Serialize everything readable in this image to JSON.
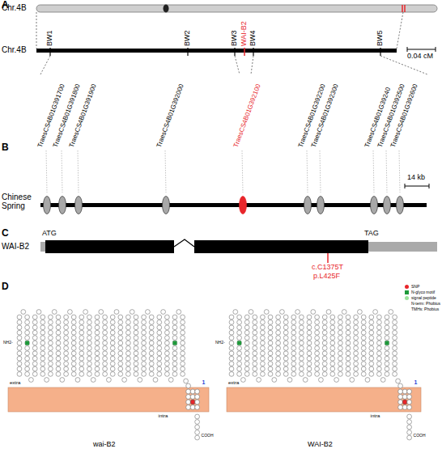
{
  "diagram": {
    "labels": [
      "A",
      "Chr.4B",
      "Chr.4B",
      "BW1",
      "BW2",
      "BW3",
      "WAI-B2",
      "BW4",
      "BW5",
      "0.04 cM",
      "B",
      "TraesCS4B01G391700",
      "TraesCS4B01G391800",
      "TraesCS4B01G391900",
      "TraesCS4B01G392000",
      "TraesCS4B01G392100",
      "TraesCS4B01G392200",
      "TraesCS4B01G392300",
      "TraesCS4B01G39240",
      "TraesCS4B01G392500",
      "TraesCS4B01G392600",
      "Chinese Spring",
      "14 kb",
      "C",
      "ATG",
      "TAG",
      "WAI-B2",
      "c.C1375T",
      "p.L425F",
      "D",
      "NH2-",
      "extra",
      "intra",
      "1",
      "COOH",
      "NH2-",
      "extra",
      "intra",
      "1",
      "COOH",
      "wai-B2",
      "WAI-B2"
    ],
    "legend": [
      {
        "text": "SNP",
        "color": "#e8262b"
      },
      {
        "text": "N-glyco motif",
        "color": "#1e9a3a"
      },
      {
        "text": "signal peptide",
        "color": "#9be39b"
      },
      {
        "text": "N-term: Phobius"
      },
      {
        "text": "TMHs: Phobius"
      }
    ]
  }
}
